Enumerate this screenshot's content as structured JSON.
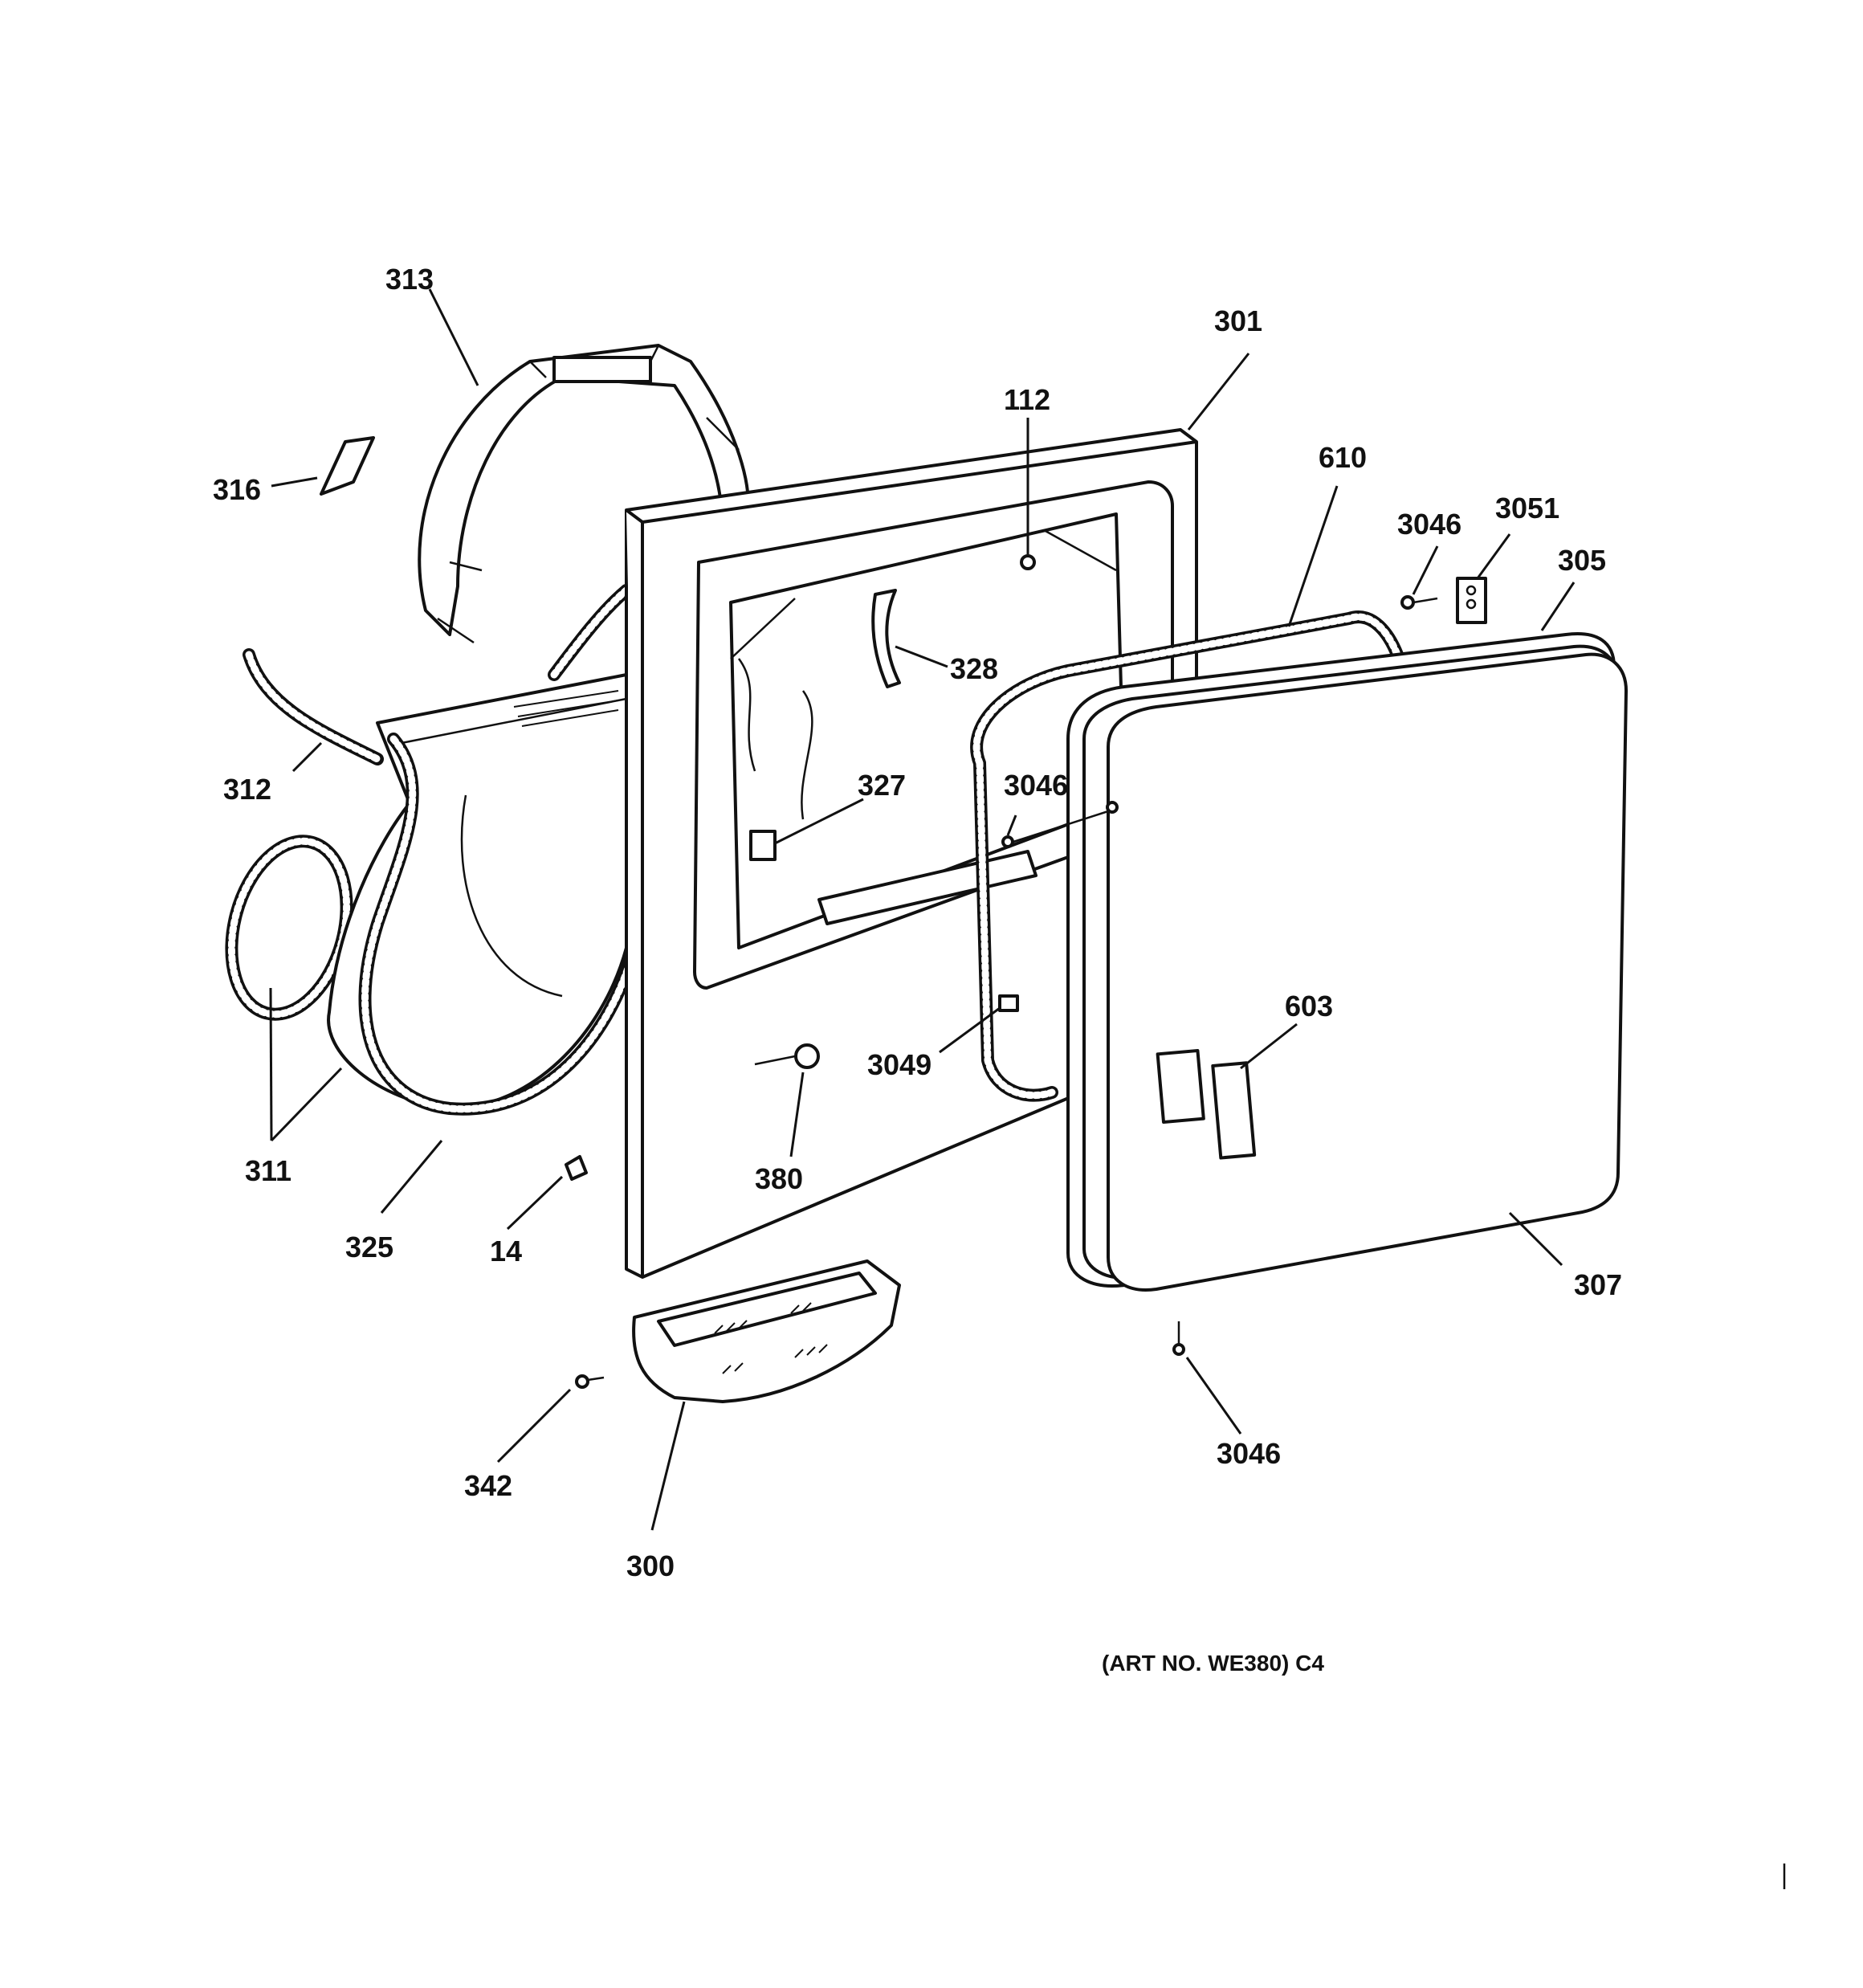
{
  "callouts": {
    "c313": "313",
    "c301": "301",
    "c112": "112",
    "c610": "610",
    "c316": "316",
    "c3046_a": "3046",
    "c3051": "3051",
    "c305": "305",
    "c328": "328",
    "c312": "312",
    "c327": "327",
    "c3046_b": "3046",
    "c603": "603",
    "c3049": "3049",
    "c311": "311",
    "c380": "380",
    "c325": "325",
    "c14": "14",
    "c307": "307",
    "c3046_c": "3046",
    "c342": "342",
    "c300": "300"
  },
  "art_number": "(ART NO. WE380) C4"
}
